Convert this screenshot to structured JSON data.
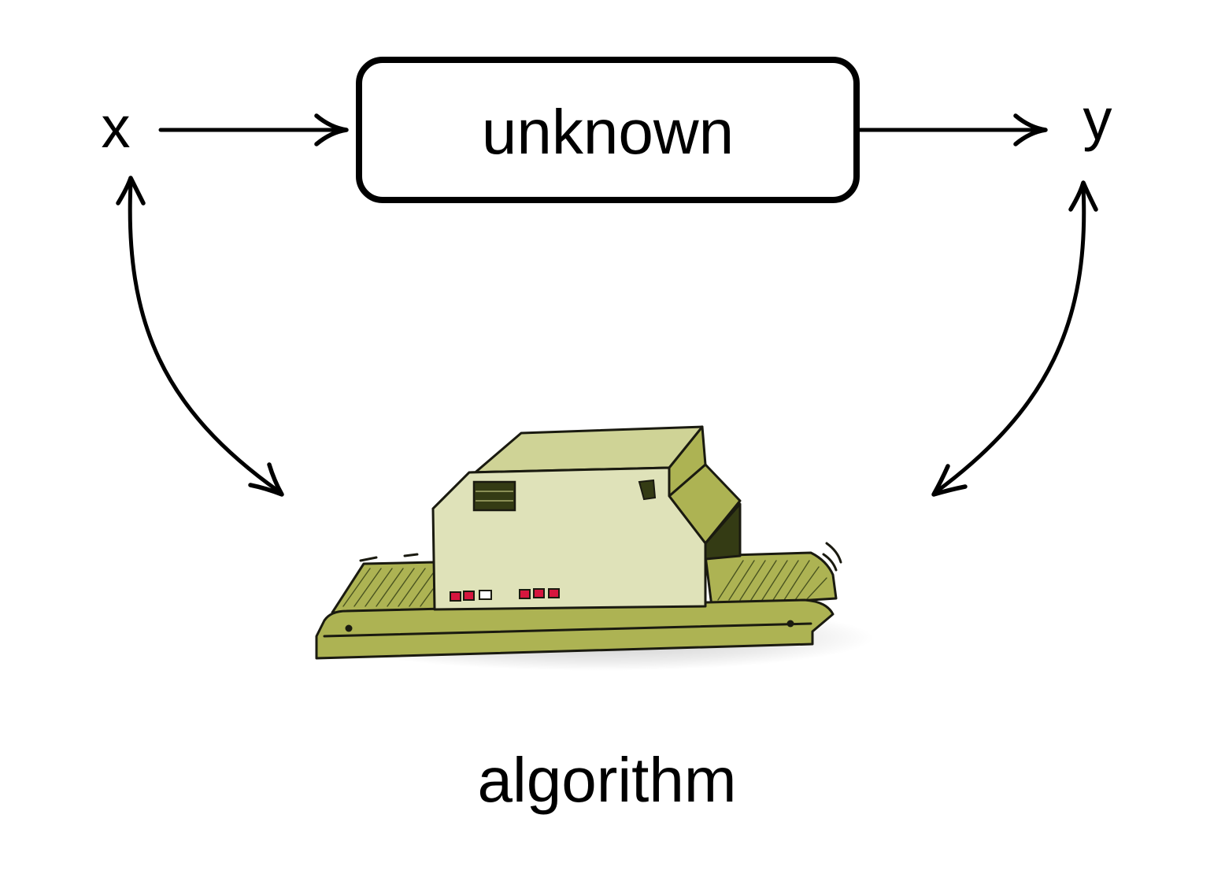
{
  "nodes": {
    "input_label": "x",
    "unknown_label": "unknown",
    "output_label": "y",
    "algorithm_label": "algorithm"
  },
  "colors": {
    "machine_body_front": "#dfe2b9",
    "machine_body_top": "#cfd396",
    "machine_side": "#adb353",
    "conveyor": "#adb353",
    "vent_dark": "#343b14",
    "indicator_red": "#d6163e",
    "stroke": "#000000"
  },
  "icons": {
    "machine": "conveyor-machine-icon"
  }
}
